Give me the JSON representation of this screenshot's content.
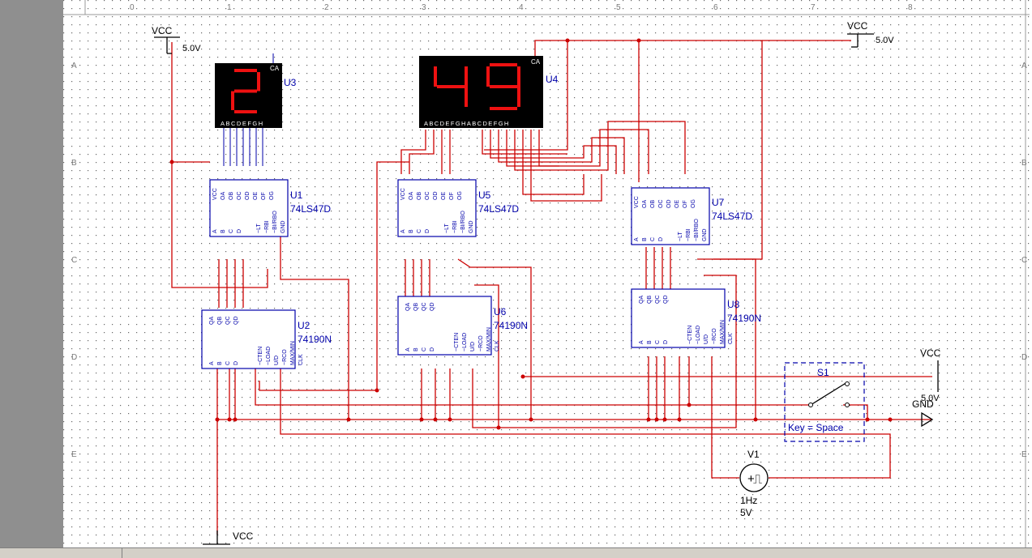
{
  "colors": {
    "wire": "#cc0000",
    "part": "#0000aa",
    "label": "#000000",
    "grid": "#555555",
    "segment": "#ee1111",
    "display_bg": "#000000"
  },
  "ruler": {
    "columns": [
      "0",
      "1",
      "2",
      "3",
      "4",
      "5",
      "6",
      "7",
      "8"
    ],
    "rows": [
      "A",
      "B",
      "C",
      "D",
      "E"
    ]
  },
  "power": {
    "vcc_top_left": {
      "label": "VCC",
      "value": "5.0V"
    },
    "vcc_top_right": {
      "label": "VCC",
      "value": "5.0V"
    },
    "vcc_right": {
      "label": "VCC",
      "value": "5.0V"
    },
    "gnd": {
      "label": "GND"
    },
    "vcc_bottom": {
      "label": "VCC"
    }
  },
  "displays": [
    {
      "ref": "U3",
      "digits": [
        "2"
      ],
      "badge": "CA",
      "pins": "ABCDEFGH"
    },
    {
      "ref": "U4",
      "digits": [
        "4",
        "9"
      ],
      "badge": "CA",
      "pins": "ABCDEFGHABCDEFGH"
    }
  ],
  "decoders": [
    {
      "ref": "U1",
      "part": "74LS47D"
    },
    {
      "ref": "U5",
      "part": "74LS47D"
    },
    {
      "ref": "U7",
      "part": "74LS47D"
    }
  ],
  "counters": [
    {
      "ref": "U2",
      "part": "74190N"
    },
    {
      "ref": "U6",
      "part": "74190N"
    },
    {
      "ref": "U8",
      "part": "74190N"
    }
  ],
  "decoder_pins": {
    "top": [
      "VCC",
      "OA",
      "OB",
      "OC",
      "OD",
      "OE",
      "OF",
      "OG"
    ],
    "bottom": [
      "A",
      "B",
      "C",
      "D",
      "~LT",
      "~RBI",
      "~BI/RBO",
      "GND"
    ]
  },
  "counter_pins": {
    "top": [
      "QA",
      "QB",
      "QC",
      "QD"
    ],
    "bottom": [
      "A",
      "B",
      "C",
      "D",
      "~CTEN",
      "~LOAD",
      "U/D",
      "~RCO",
      "MAX/MIN",
      "CLK"
    ]
  },
  "switch": {
    "ref": "S1",
    "key_label": "Key = Space"
  },
  "source": {
    "ref": "V1",
    "freq": "1Hz",
    "amp": "5V"
  }
}
